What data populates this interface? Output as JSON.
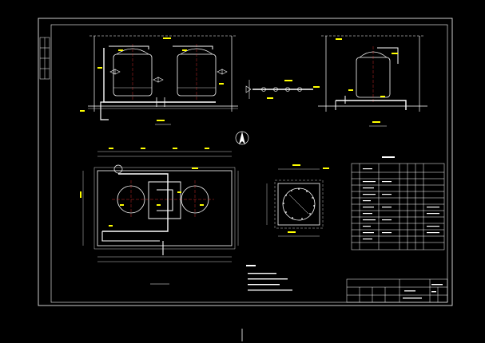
{
  "drawing": {
    "colors": {
      "background": "#000000",
      "frame": "#ffffff",
      "pipe": "#ffffff",
      "equipment": "#ffffff",
      "centerline": "#ff3030",
      "annotation": "#ffff00",
      "dimension": "#00ff66"
    },
    "views": [
      "elevation-two-filters",
      "elevation-single-filter",
      "pipe-detail",
      "plan-view",
      "foundation-detail",
      "equipment-schedule",
      "notes",
      "title-block",
      "north-arrow"
    ],
    "symbols": [
      "north-arrow-icon",
      "filter-tank",
      "valve",
      "pipe"
    ],
    "scale_of_small_text": "illegible"
  }
}
